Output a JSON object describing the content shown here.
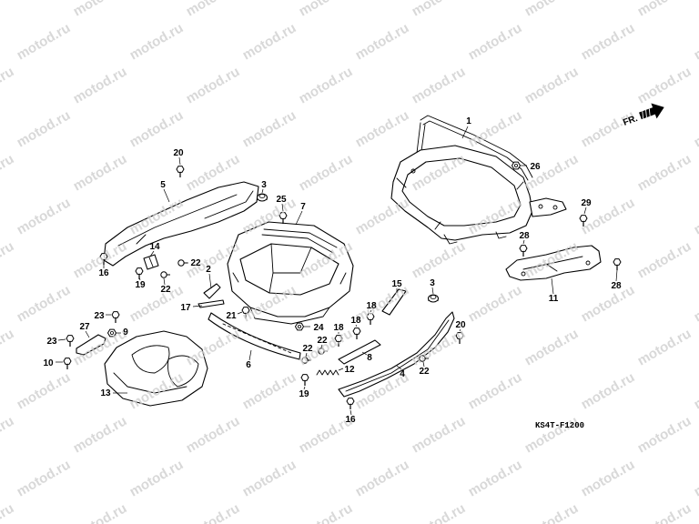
{
  "watermark": "motod.ru",
  "direction_label": "FR.",
  "diagram_code": "KS4T-F1200",
  "callouts": [
    "1",
    "20",
    "26",
    "3",
    "5",
    "25",
    "7",
    "29",
    "14",
    "28",
    "22",
    "16",
    "2",
    "19",
    "22",
    "28",
    "11",
    "15",
    "3",
    "17",
    "18",
    "23",
    "21",
    "27",
    "9",
    "18",
    "24",
    "18",
    "20",
    "23",
    "22",
    "22",
    "10",
    "8",
    "6",
    "12",
    "4",
    "22",
    "13",
    "19",
    "16"
  ]
}
